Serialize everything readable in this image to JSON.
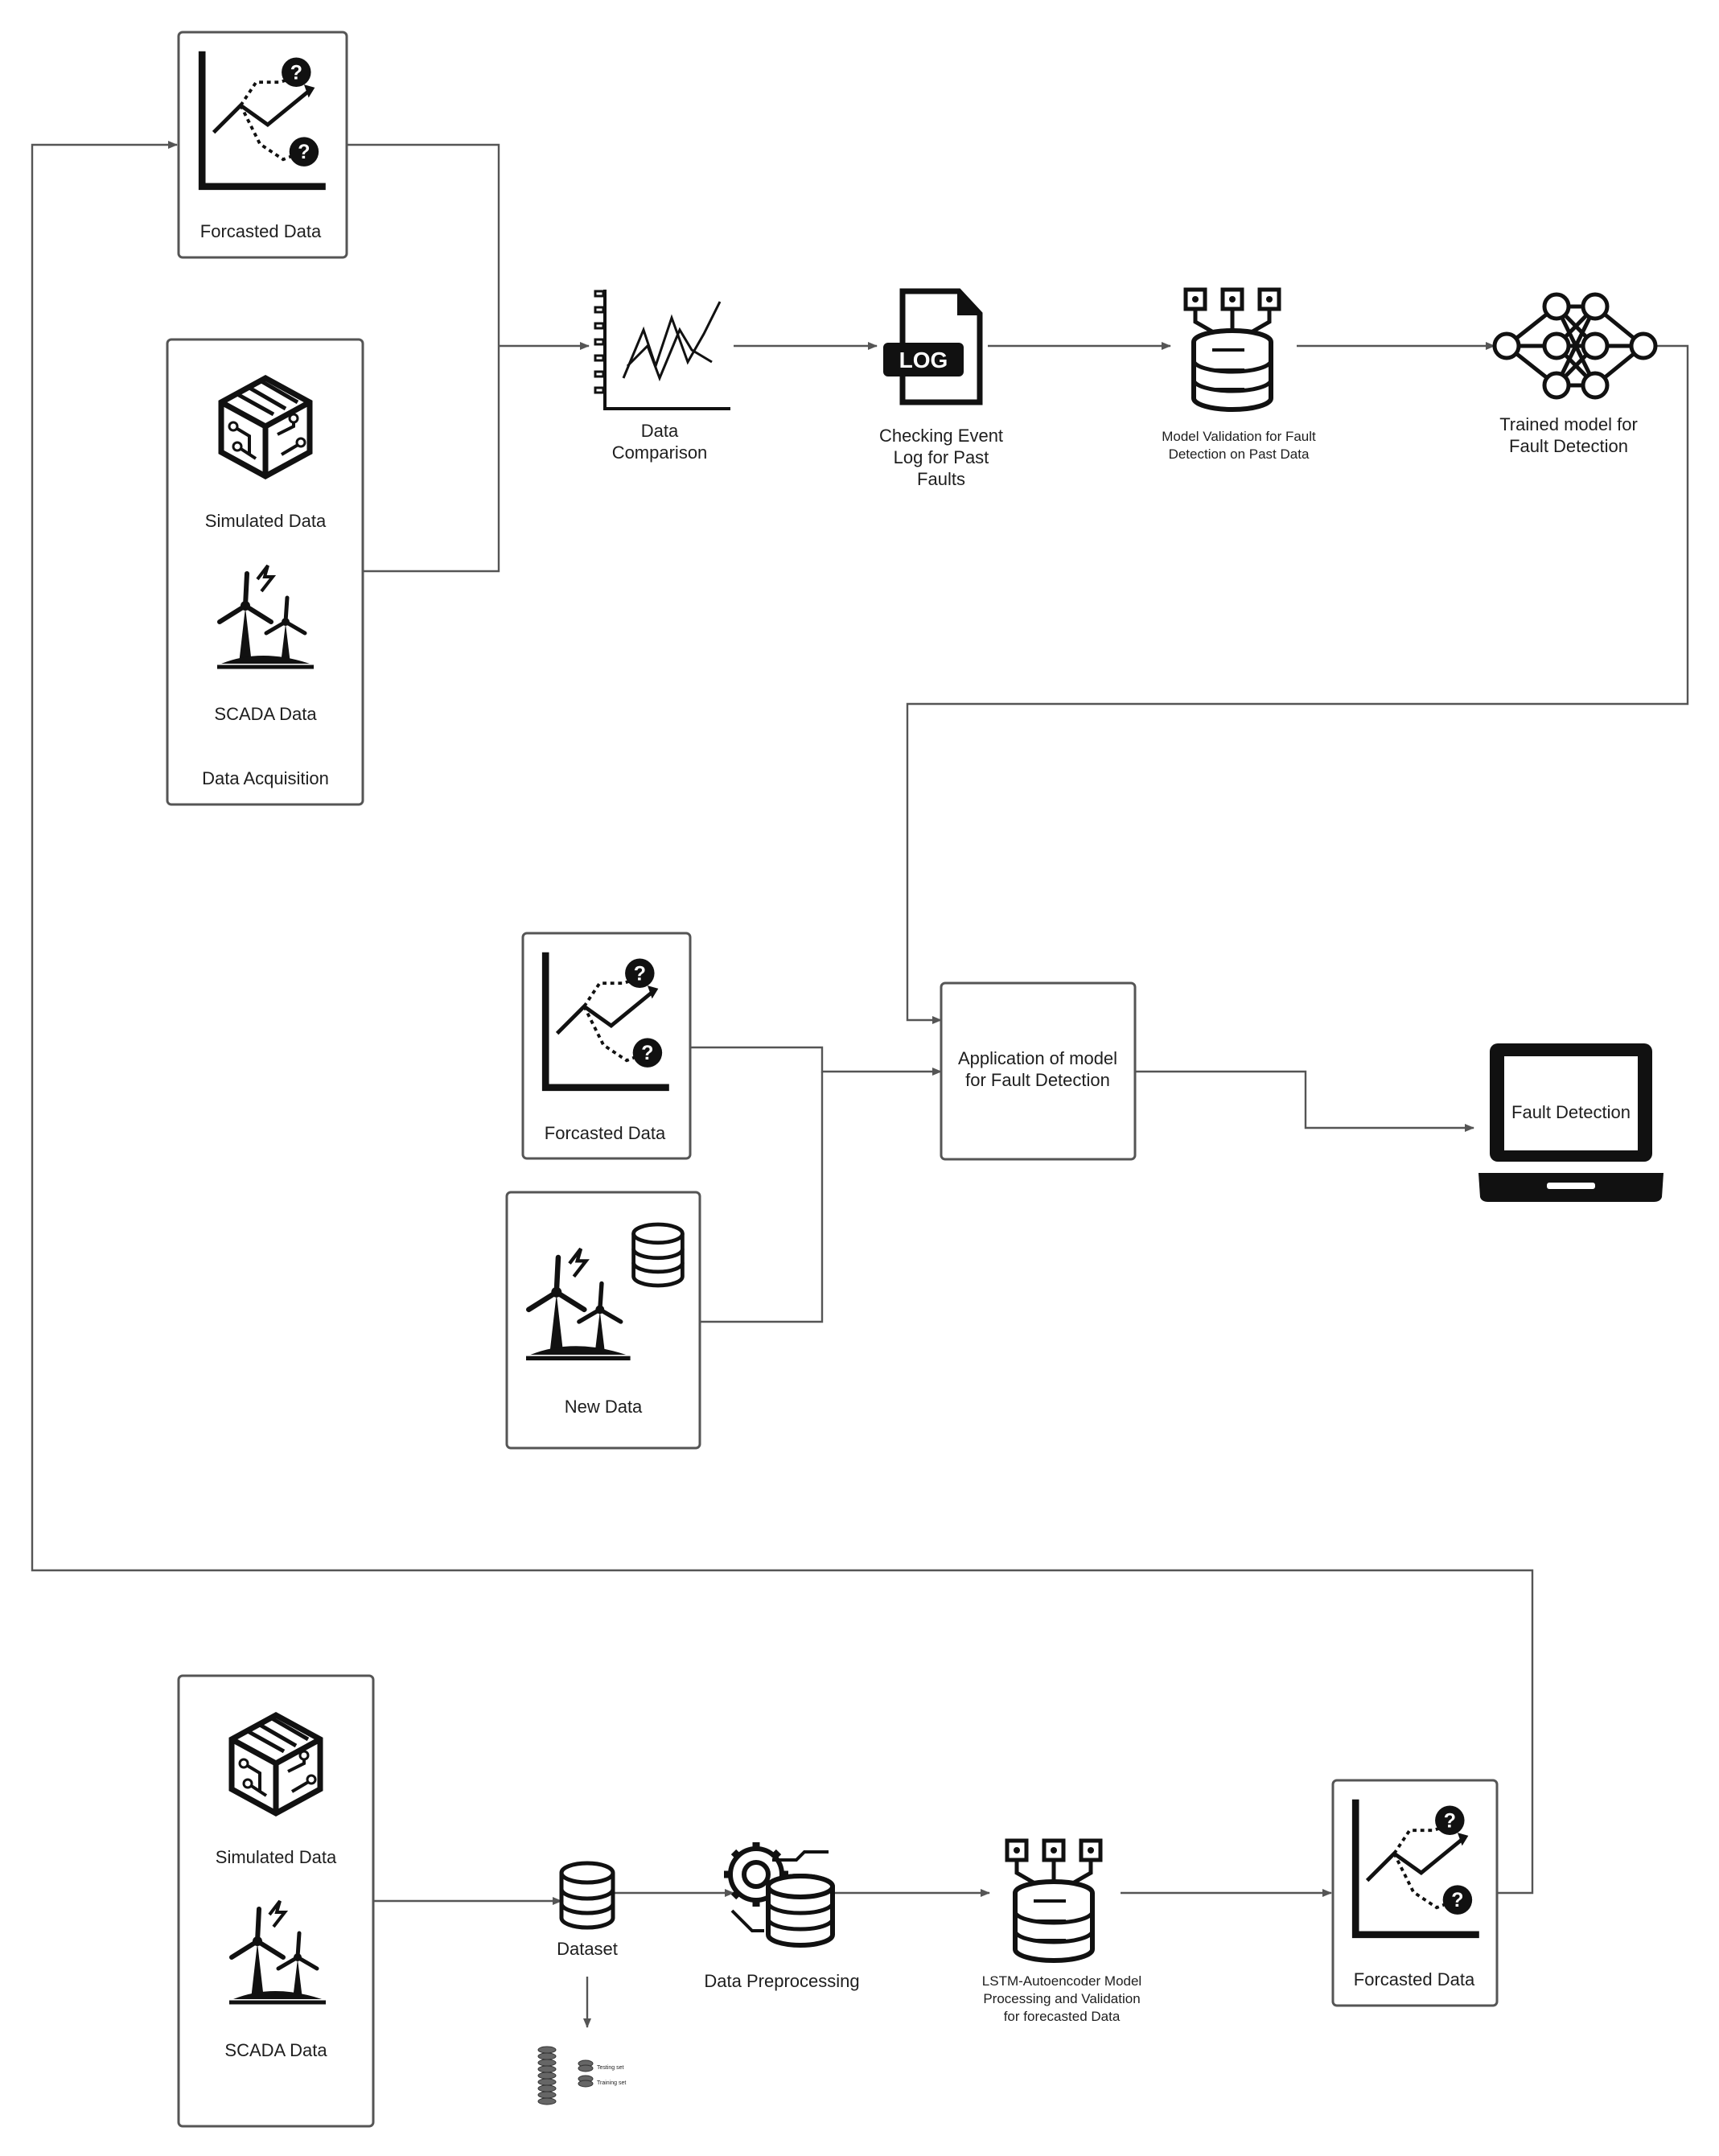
{
  "top_flow": {
    "forecast_label": "Forcasted Data",
    "simulated_label": "Simulated Data",
    "scada_label": "SCADA Data",
    "acquisition_label": "Data Acquisition",
    "comparison_label": [
      "Data",
      "Comparison"
    ],
    "event_log_label": [
      "Checking Event",
      "Log  for Past",
      "Faults"
    ],
    "log_badge": "LOG",
    "validation_label": [
      "Model Validation for Fault",
      "Detection on Past Data"
    ],
    "trained_label": [
      "Trained model for",
      "Fault Detection"
    ]
  },
  "middle_flow": {
    "forecast_label": "Forcasted Data",
    "new_data_label": "New Data",
    "application_label": [
      "Application of model",
      "for Fault Detection"
    ],
    "fault_detection_label": "Fault Detection"
  },
  "bottom_flow": {
    "simulated_label": "Simulated Data",
    "scada_label": "SCADA Data",
    "dataset_label": "Dataset",
    "testing_set_label": "Testing set",
    "training_set_label": "Training set",
    "preprocessing_label": "Data Preprocessing",
    "lstm_label": [
      "LSTM-Autoencoder Model",
      "Processing and Validation",
      "for forecasted Data"
    ],
    "forecast_label": "Forcasted Data"
  },
  "colors": {
    "line": "#555555",
    "icon": "#1a1a1a",
    "box_border": "#555555"
  }
}
